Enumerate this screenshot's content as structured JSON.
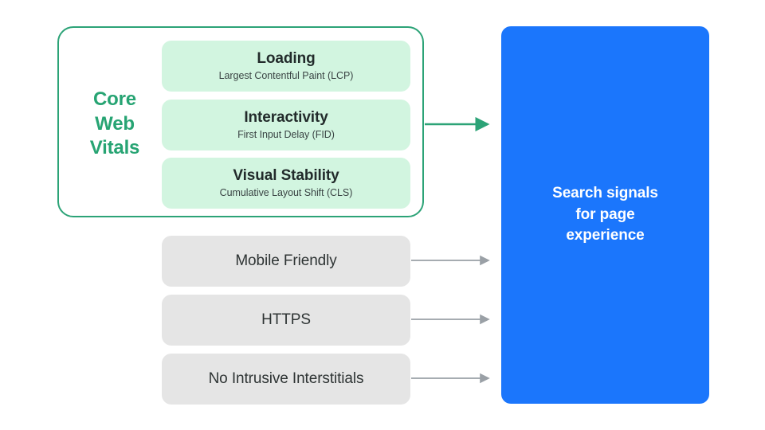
{
  "diagram": {
    "title_text_visible": false,
    "background_color": "#FFFFFF",
    "core_web_vitals": {
      "label_lines": [
        "Core",
        "Web",
        "Vitals"
      ],
      "label_color": "#27A473",
      "border_color": "#2CA377",
      "card_fill": "#D2F5E0",
      "metrics": [
        {
          "title": "Loading",
          "subtitle": "Largest Contentful Paint (LCP)"
        },
        {
          "title": "Interactivity",
          "subtitle": "First Input Delay (FID)"
        },
        {
          "title": "Visual Stability",
          "subtitle": "Cumulative Layout Shift (CLS)"
        }
      ],
      "arrow": {
        "color": "#2CA377",
        "direction": "right"
      }
    },
    "other_signals": {
      "card_fill": "#E5E5E5",
      "arrow_color": "#9AA0A6",
      "items": [
        {
          "label": "Mobile Friendly"
        },
        {
          "label": "HTTPS"
        },
        {
          "label": "No Intrusive Interstitials"
        }
      ]
    },
    "destination": {
      "text": "Search signals\nfor page\nexperience",
      "fill_color": "#1B76FC",
      "text_color": "#FFFFFF"
    }
  }
}
